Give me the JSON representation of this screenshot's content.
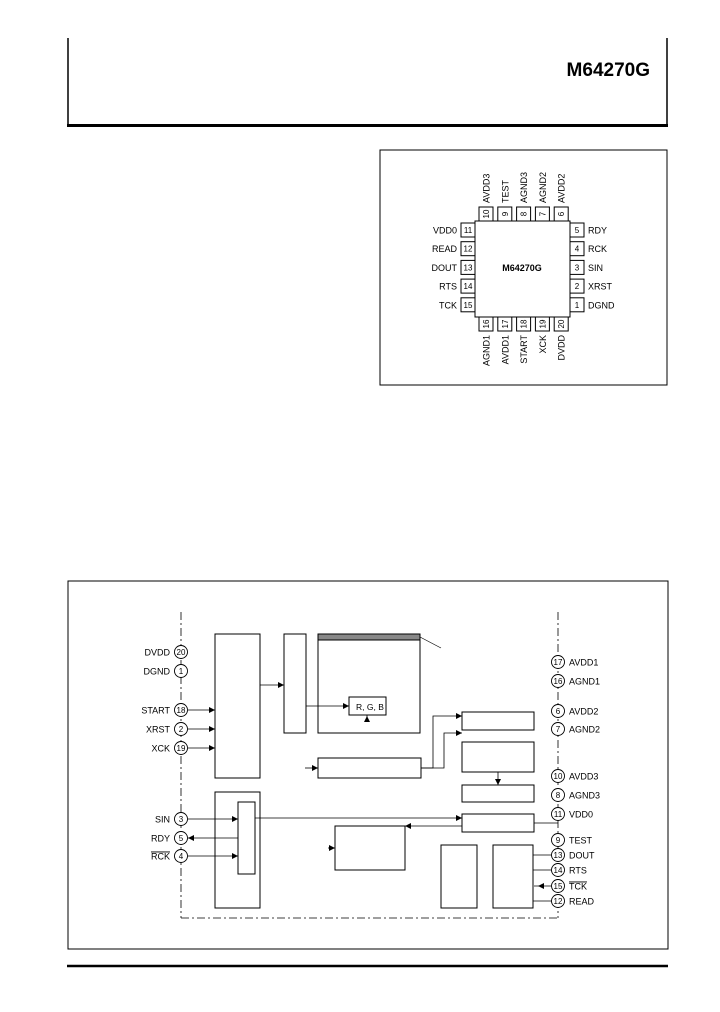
{
  "header": {
    "part_number": "M64270G"
  },
  "pinout": {
    "chip_label": "M64270G",
    "top": [
      {
        "name": "AVDD3",
        "num": "10"
      },
      {
        "name": "TEST",
        "num": "9"
      },
      {
        "name": "AGND3",
        "num": "8"
      },
      {
        "name": "AGND2",
        "num": "7"
      },
      {
        "name": "AVDD2",
        "num": "6"
      }
    ],
    "left": [
      {
        "name": "VDD0",
        "num": "11"
      },
      {
        "name": "READ",
        "num": "12"
      },
      {
        "name": "DOUT",
        "num": "13"
      },
      {
        "name": "RTS",
        "num": "14"
      },
      {
        "name": "TCK",
        "num": "15"
      }
    ],
    "right": [
      {
        "name": "RDY",
        "num": "5"
      },
      {
        "name": "RCK",
        "num": "4"
      },
      {
        "name": "SIN",
        "num": "3"
      },
      {
        "name": "XRST",
        "num": "2"
      },
      {
        "name": "DGND",
        "num": "1"
      }
    ],
    "bottom": [
      {
        "name": "AGND1",
        "num": "16"
      },
      {
        "name": "AVDD1",
        "num": "17"
      },
      {
        "name": "START",
        "num": "18"
      },
      {
        "name": "XCK",
        "num": "19"
      },
      {
        "name": "DVDD",
        "num": "20"
      }
    ]
  },
  "block_diagram": {
    "left_pins": [
      {
        "name": "DVDD",
        "num": "20"
      },
      {
        "name": "DGND",
        "num": "1"
      },
      {
        "name": "START",
        "num": "18"
      },
      {
        "name": "XRST",
        "num": "2"
      },
      {
        "name": "XCK",
        "num": "19"
      },
      {
        "name": "SIN",
        "num": "3"
      },
      {
        "name": "RDY",
        "num": "5"
      },
      {
        "name": "RCK",
        "num": "4"
      }
    ],
    "right_pins": [
      {
        "name": "AVDD1",
        "num": "17"
      },
      {
        "name": "AGND1",
        "num": "16"
      },
      {
        "name": "AVDD2",
        "num": "6"
      },
      {
        "name": "AGND2",
        "num": "7"
      },
      {
        "name": "AVDD3",
        "num": "10"
      },
      {
        "name": "AGND3",
        "num": "8"
      },
      {
        "name": "VDD0",
        "num": "11"
      },
      {
        "name": "TEST",
        "num": "9"
      },
      {
        "name": "DOUT",
        "num": "13"
      },
      {
        "name": "RTS",
        "num": "14"
      },
      {
        "name": "TCK",
        "num": "15"
      },
      {
        "name": "READ",
        "num": "12"
      }
    ],
    "rgb_label": "R, G, B"
  }
}
